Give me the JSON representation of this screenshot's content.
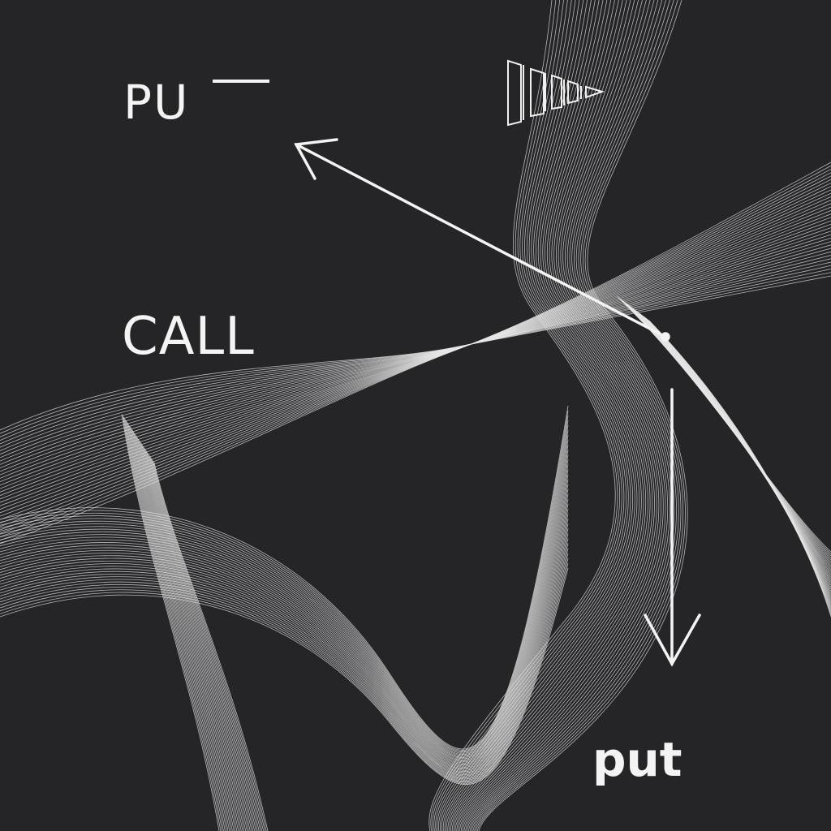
{
  "labels": {
    "top_left": "PU",
    "middle_left": "CALL",
    "bottom_right": "put"
  },
  "icons": [
    "diminishing-frames-icon",
    "arrow-up-left-icon",
    "arrow-down-icon"
  ],
  "colors": {
    "background": "#252528",
    "foreground": "#f4f4f4"
  }
}
